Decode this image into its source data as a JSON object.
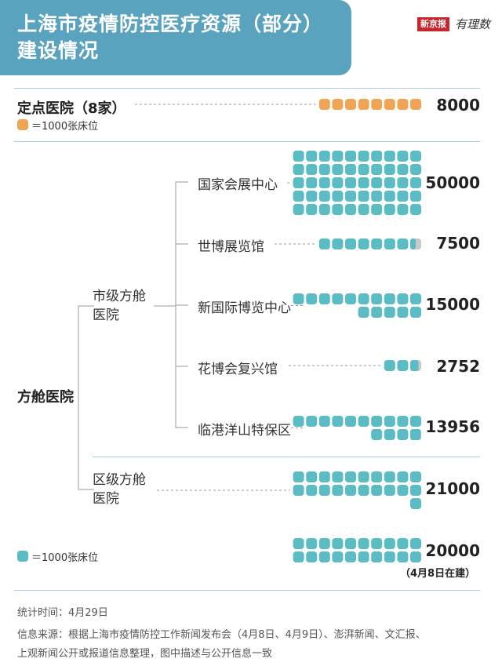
{
  "header": {
    "title_line1": "上海市疫情防控医疗资源（部分）",
    "title_line2": "建设情况",
    "logo_newspaper": "新京报",
    "logo_brand": "有理数"
  },
  "legend": {
    "designated_unit": "＝1000张床位",
    "cabin_unit": "＝1000张床位"
  },
  "labels": {
    "designated": "定点医院（8家）",
    "cabin": "方舱医院",
    "city_level": [
      "市级方舱",
      "医院"
    ],
    "district_level": [
      "区级方舱",
      "医院"
    ],
    "under_construction": "（4月8日在建）"
  },
  "footer": {
    "stat_time": "统计时间：4月29日",
    "source_line1": "信息来源：根据上海市疫情防控工作新闻发布会（4月8日、4月9日）、澎湃新闻、文汇报、",
    "source_line2": "上观新闻公开或报道信息整理，图中描述与公开信息一致"
  },
  "colors": {
    "orange": "#f0a556",
    "teal": "#5bbcc4",
    "partial": "#c9c9c9",
    "banner": "#5aa3be"
  },
  "chart_data": {
    "type": "pictograph",
    "unit": 1000,
    "unit_label": "张床位",
    "rows": [
      {
        "group": "定点医院（8家）",
        "name": "",
        "value": 8000,
        "label": "8000",
        "color": "orange"
      },
      {
        "group": "市级方舱医院",
        "name": "国家会展中心",
        "value": 50000,
        "label": "50000",
        "color": "teal"
      },
      {
        "group": "市级方舱医院",
        "name": "世博展览馆",
        "value": 7500,
        "label": "7500",
        "color": "teal"
      },
      {
        "group": "市级方舱医院",
        "name": "新国际博览中心",
        "value": 15000,
        "label": "15000",
        "color": "teal"
      },
      {
        "group": "市级方舱医院",
        "name": "花博会复兴馆",
        "value": 2752,
        "label": "2752",
        "color": "teal"
      },
      {
        "group": "市级方舱医院",
        "name": "临港洋山特保区",
        "value": 13956,
        "label": "13956",
        "color": "teal"
      },
      {
        "group": "区级方舱医院",
        "name": "",
        "value": 21000,
        "label": "21000",
        "color": "teal"
      },
      {
        "group": "区级方舱医院",
        "name": "",
        "value": 20000,
        "label": "20000",
        "color": "teal",
        "note": "（4月8日在建）"
      }
    ]
  }
}
